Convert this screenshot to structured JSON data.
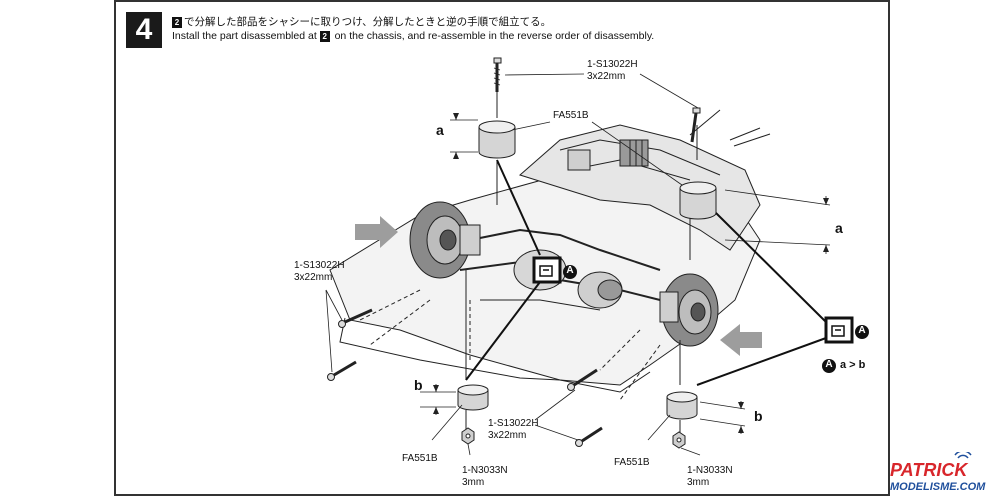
{
  "step": {
    "number": "4",
    "ref": "2",
    "jp_text": "で分解した部品をシャシーに取りつけ、分解したときと逆の手順で組立てる。",
    "en_before": "Install the part disassembled at",
    "en_after": "on the chassis, and re-assemble in the reverse order of disassembly."
  },
  "labels": {
    "screw_top_code": "1-S13022H",
    "screw_top_size": "3x22mm",
    "spacer_top": "FA551B",
    "screw_left_code": "1-S13022H",
    "screw_left_size": "3x22mm",
    "screw_center_code": "1-S13022H",
    "screw_center_size": "3x22mm",
    "spacer_bottom_left": "FA551B",
    "nut_left_code": "1-N3033N",
    "nut_left_size": "3mm",
    "spacer_bottom_right": "FA551B",
    "nut_right_code": "1-N3033N",
    "nut_right_size": "3mm",
    "dim_a": "a",
    "dim_b": "b",
    "callout_letter": "A",
    "callout_note": "a > b"
  },
  "logo": {
    "brand": "PATRICK",
    "site": "MODELISME.COM"
  },
  "colors": {
    "line": "#222222",
    "shade": "#b3b3b3",
    "dark": "#555555",
    "brand_red": "#d8262b",
    "brand_blue": "#1f4f9c"
  }
}
